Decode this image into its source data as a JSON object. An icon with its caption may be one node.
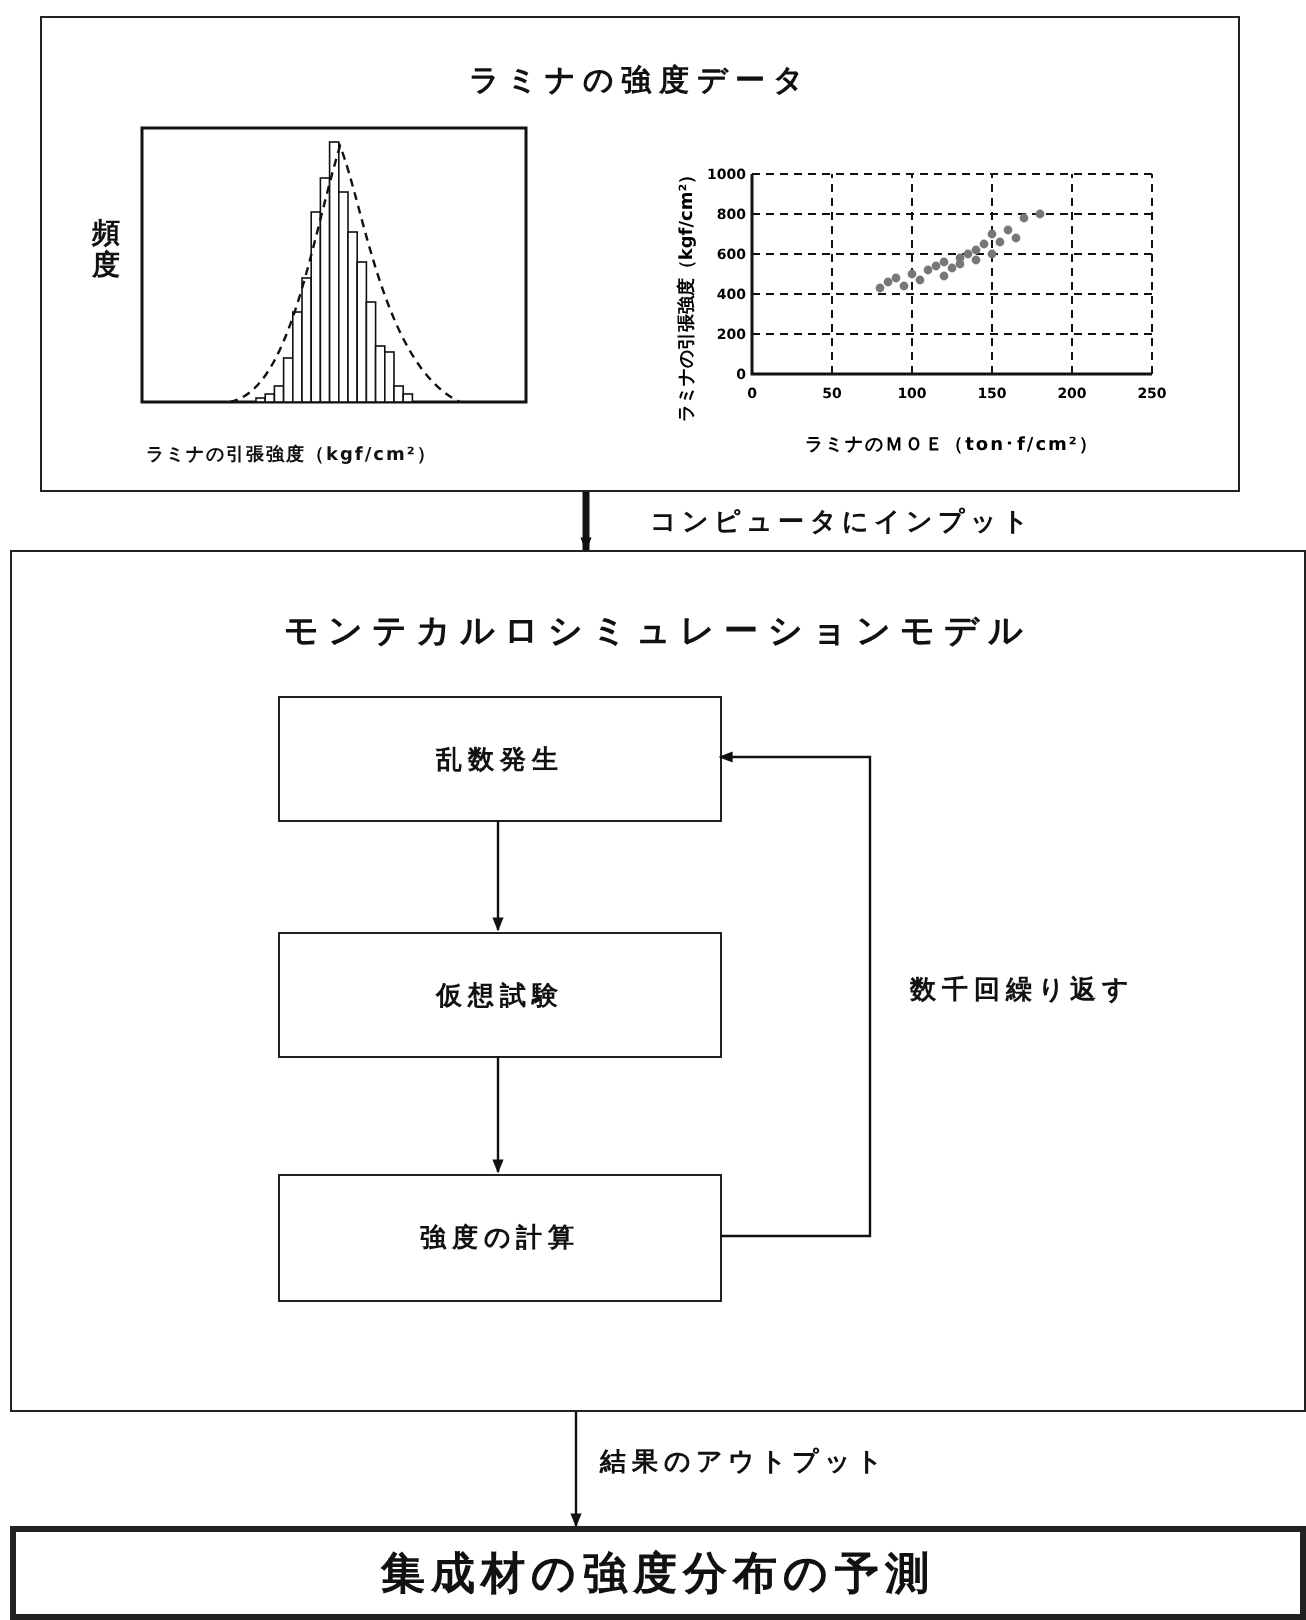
{
  "diagram": {
    "nodes": [
      {
        "text": [
          "ラミナの強度データ"
        ]
      },
      {
        "text": [
          "モンテカルロシミュレーションモデル"
        ]
      },
      {
        "text": [
          "乱数発生"
        ],
        "in": 1
      },
      {
        "text": [
          "仮想試験"
        ],
        "in": 1
      },
      {
        "text": [
          "強度の計算"
        ],
        "in": 1
      },
      {
        "text": [
          "集成材の強度分布の予測"
        ]
      }
    ],
    "edges": [
      {
        "from": 0,
        "to": 1,
        "arrow": "to",
        "label": "コンピュータにインプット",
        "style": "thick"
      },
      {
        "from": 2,
        "to": 3,
        "arrow": "to"
      },
      {
        "from": 3,
        "to": 4,
        "arrow": "to"
      },
      {
        "from": 4,
        "to": 2,
        "arrow": "to",
        "label": "数千回繰り返す"
      },
      {
        "from": 1,
        "to": 5,
        "arrow": "to",
        "label": "結果のアウトプット"
      }
    ],
    "labels": [
      "頻度",
      "ラミナの引張強度（kgf/cm²）"
    ],
    "chart_data": {
      "type": "scatter",
      "xlabel": "ラミナのＭＯＥ（ton･f/cm²）",
      "ylabel": "ラミナの引張強度（kgf/cm²）",
      "grid": true,
      "xlim": [
        0,
        250
      ],
      "ylim": [
        0,
        1000
      ],
      "xticks": [
        0,
        50,
        100,
        150,
        200,
        250
      ],
      "yticks": [
        0,
        200,
        400,
        600,
        800,
        1000
      ],
      "x": [
        80,
        85,
        90,
        95,
        100,
        105,
        110,
        115,
        120,
        120,
        125,
        130,
        130,
        135,
        140,
        140,
        145,
        150,
        150,
        155,
        160,
        165,
        170,
        180
      ],
      "series": [
        {
          "color": "#777777",
          "values": [
            430,
            460,
            480,
            440,
            500,
            470,
            520,
            540,
            490,
            560,
            530,
            580,
            550,
            600,
            620,
            570,
            650,
            600,
            700,
            660,
            720,
            680,
            780,
            800
          ]
        }
      ]
    }
  }
}
